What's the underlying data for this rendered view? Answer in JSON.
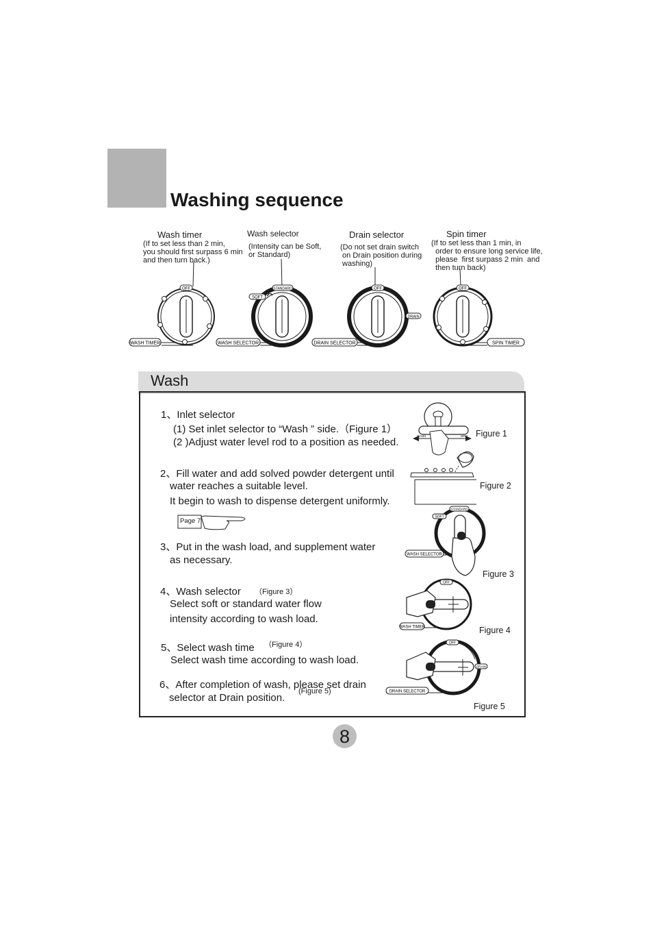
{
  "title": "Washing sequence",
  "controls": {
    "wash_timer": {
      "label": "Wash timer",
      "note": "(If to set less than 2 min,\nyou should first surpass 6 min\nand then turn back.)",
      "panel": "WASH TIMER",
      "knob_top": "OFF"
    },
    "wash_selector": {
      "label": "Wash selector",
      "note": "(Intensity can be Soft,\nor Standard)",
      "panel": "WASH SELECTOR",
      "soft": "SOFT",
      "standard": "STANDARD"
    },
    "drain_selector": {
      "label": "Drain selector",
      "note": "(Do not set drain switch\n on Drain position during\n washing)",
      "panel": "DRAIN SELECTOR",
      "knob_top": "OFF",
      "drain": "DRAIN"
    },
    "spin_timer": {
      "label": "Spin timer",
      "note": "(If to set less than 1 min, in\n  order to ensure long service life,\n  please  first surpass 2 min  and\n  then turn back)",
      "panel": "SPIN TIMER",
      "knob_top": "OFF"
    }
  },
  "wash_section": {
    "heading": "Wash",
    "steps": [
      "1、Inlet selector",
      "(1) Set inlet selector  to  “Wash ” side.（Figure 1）",
      "(2 )Adjust water level rod to a position as needed.",
      "2、Fill water and add solved powder detergent until",
      "water reaches a suitable level.",
      "It begin to wash to dispense detergent uniformly.",
      "3、Put in the wash load, and supplement water",
      "as necessary.",
      "4、Wash selector",
      "Select soft or standard  water flow",
      "intensity according to wash load.",
      "5、Select wash time",
      "Select wash time according to wash load.",
      "6、After completion of wash, please set drain",
      "selector  at Drain position."
    ],
    "refs": {
      "fig3_ref": "（Figure 3）",
      "fig4_ref": "（Figure 4）",
      "fig5_ref": "(Figure 5)",
      "page_link": "Page 7"
    },
    "figures": {
      "fig1": "Figure 1",
      "fig2": "Figure 2",
      "fig3": "Figure 3",
      "fig4": "Figure 4",
      "fig5": "Figure 5"
    },
    "fig1_labels": {
      "wash": "WASH",
      "spin": "SPIN"
    },
    "fig3_labels": {
      "panel": "WASH SELECTOR",
      "soft": "SOFT",
      "standard": "STANDARD"
    },
    "fig4_labels": {
      "panel": "WASH TIMER",
      "off": "OFF"
    },
    "fig5_labels": {
      "panel": "DRAIN SELECTOR",
      "off": "OFF",
      "drain": "DRAIN"
    }
  },
  "page_number": "8"
}
